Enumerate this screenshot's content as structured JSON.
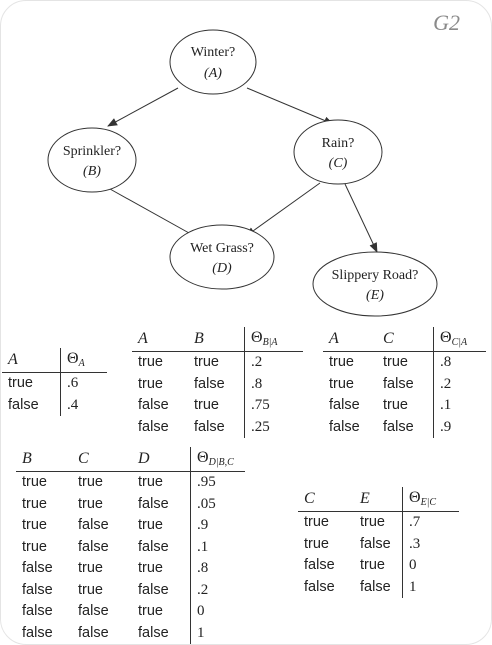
{
  "sheet_label": "G2",
  "nodes": {
    "a": {
      "name": "Winter?",
      "letter": "(A)"
    },
    "b": {
      "name": "Sprinkler?",
      "letter": "(B)"
    },
    "c": {
      "name": "Rain?",
      "letter": "(C)"
    },
    "d": {
      "name": "Wet Grass?",
      "letter": "(D)"
    },
    "e": {
      "name": "Slippery Road?",
      "letter": "(E)"
    }
  },
  "edges": [
    [
      "A",
      "B"
    ],
    [
      "A",
      "C"
    ],
    [
      "B",
      "D"
    ],
    [
      "C",
      "D"
    ],
    [
      "C",
      "E"
    ]
  ],
  "tables": {
    "theta_a": {
      "headers": [
        "A",
        "ΘA"
      ],
      "rows": [
        [
          "true",
          ".6"
        ],
        [
          "false",
          ".4"
        ]
      ]
    },
    "theta_b": {
      "headers": [
        "A",
        "B",
        "ΘB|A"
      ],
      "rows": [
        [
          "true",
          "true",
          ".2"
        ],
        [
          "true",
          "false",
          ".8"
        ],
        [
          "false",
          "true",
          ".75"
        ],
        [
          "false",
          "false",
          ".25"
        ]
      ]
    },
    "theta_c": {
      "headers": [
        "A",
        "C",
        "ΘC|A"
      ],
      "rows": [
        [
          "true",
          "true",
          ".8"
        ],
        [
          "true",
          "false",
          ".2"
        ],
        [
          "false",
          "true",
          ".1"
        ],
        [
          "false",
          "false",
          ".9"
        ]
      ]
    },
    "theta_d": {
      "headers": [
        "B",
        "C",
        "D",
        "ΘD|B,C"
      ],
      "rows": [
        [
          "true",
          "true",
          "true",
          ".95"
        ],
        [
          "true",
          "true",
          "false",
          ".05"
        ],
        [
          "true",
          "false",
          "true",
          ".9"
        ],
        [
          "true",
          "false",
          "false",
          ".1"
        ],
        [
          "false",
          "true",
          "true",
          ".8"
        ],
        [
          "false",
          "true",
          "false",
          ".2"
        ],
        [
          "false",
          "false",
          "true",
          "0"
        ],
        [
          "false",
          "false",
          "false",
          "1"
        ]
      ]
    },
    "theta_e": {
      "headers": [
        "C",
        "E",
        "ΘE|C"
      ],
      "rows": [
        [
          "true",
          "true",
          ".7"
        ],
        [
          "true",
          "false",
          ".3"
        ],
        [
          "false",
          "true",
          "0"
        ],
        [
          "false",
          "false",
          "1"
        ]
      ]
    }
  }
}
